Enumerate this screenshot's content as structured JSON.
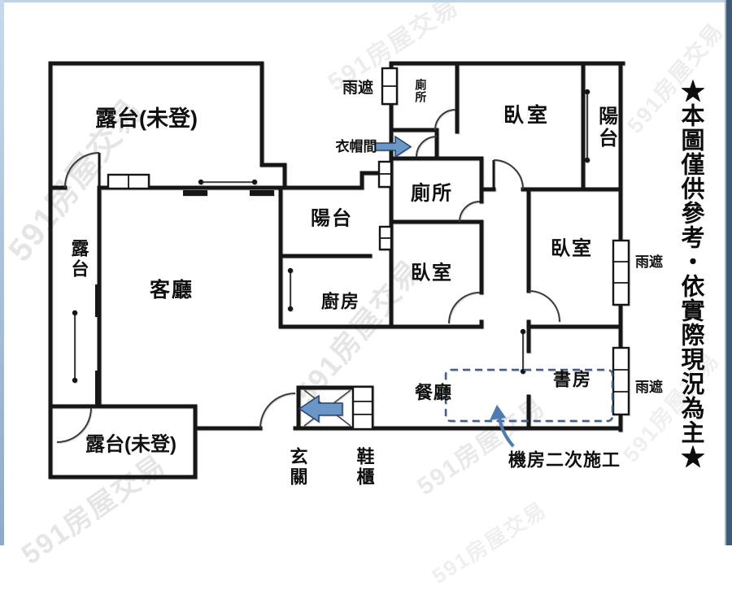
{
  "watermark": {
    "text": "591房屋交易"
  },
  "disclaimer": {
    "text": "★本圖僅供參考・依實際現況為主★"
  },
  "labels": {
    "terrace_top": "露台(未登)",
    "rain_cover_top": "雨遮",
    "toilet_top": "廁所",
    "bedroom_top": "臥室",
    "balcony_right": "陽台",
    "closet": "衣帽間",
    "toilet_mid": "廁所",
    "balcony_mid": "陽台",
    "terrace_left": "露台",
    "living_room": "客廳",
    "kitchen": "廚房",
    "bedroom_mid": "臥室",
    "bedroom_right": "臥室",
    "rain_cover_right_upper": "雨遮",
    "dining_room": "餐廳",
    "study": "書房",
    "rain_cover_right_lower": "雨遮",
    "terrace_bottom": "露台(未登)",
    "entry": "玄關",
    "shoe_cabinet": "鞋櫃",
    "machine_room_note": "機房二次施工"
  },
  "colors": {
    "wall": "#161616",
    "annotation_blue": "#6b96c8",
    "annotation_blue_dark": "#24466e",
    "dashed_zone_blue": "#3f608a",
    "frame_light": "#bfd2e5",
    "frame_dark": "#3d5a77",
    "watermark_gray": "#7d7d7d"
  }
}
